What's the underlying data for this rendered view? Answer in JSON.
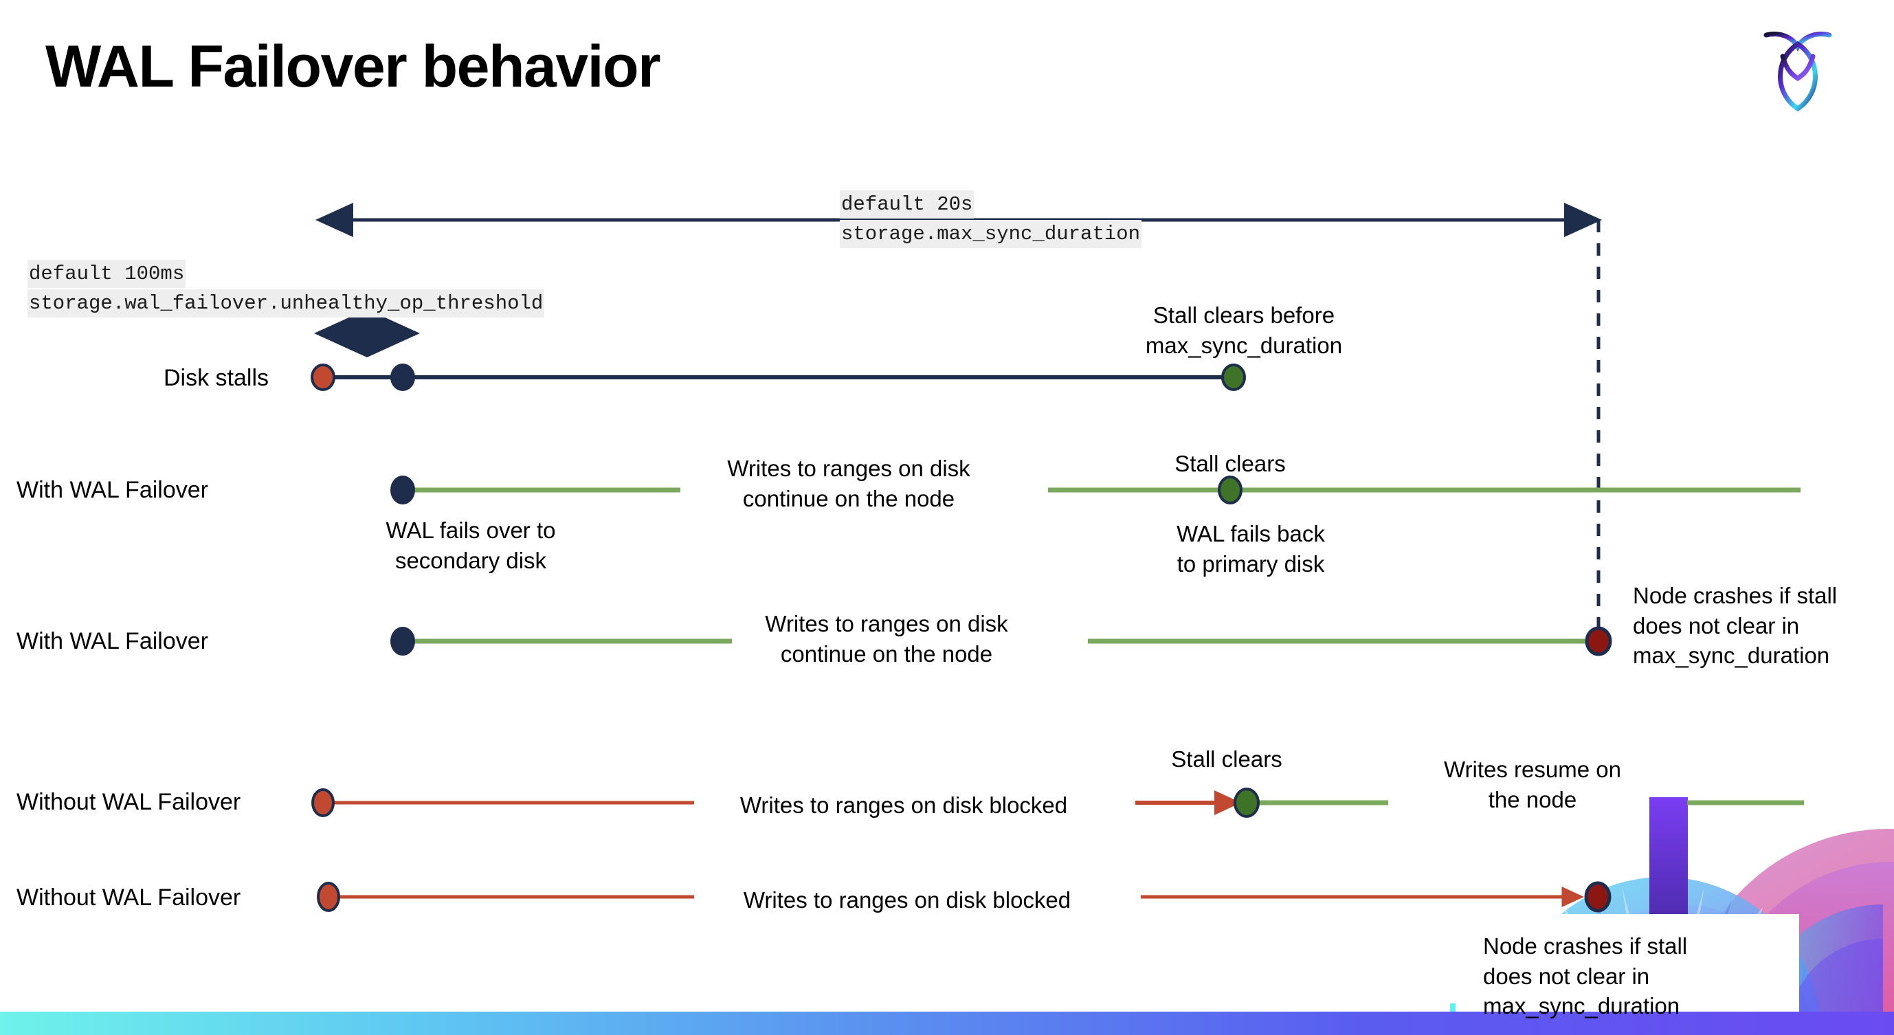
{
  "slide": {
    "title": "WAL Failover behavior",
    "logo_name": "cockroachdb-logo"
  },
  "annotations": {
    "max_sync_default": "default 20s",
    "max_sync_setting": "storage.max_sync_duration",
    "unhealthy_default": "default 100ms",
    "unhealthy_setting": "storage.wal_failover.unhealthy_op_threshold"
  },
  "rows": [
    {
      "label": "Disk stalls",
      "note_right": "Stall clears before\nmax_sync_duration"
    },
    {
      "label": "With WAL Failover",
      "note_mid": "Writes to ranges on disk\ncontinue on the node",
      "note_start": "WAL fails over to\nsecondary disk",
      "note_clear": "Stall clears",
      "note_back": "WAL fails  back\nto primary disk"
    },
    {
      "label": "With WAL Failover",
      "note_mid": "Writes to ranges on disk\ncontinue on the node",
      "note_crash": "Node crashes if stall\ndoes not clear in\nmax_sync_duration"
    },
    {
      "label": "Without WAL Failover",
      "note_mid": "Writes to ranges on disk  blocked",
      "note_clear": "Stall clears",
      "note_resume": "Writes resume on\nthe node"
    },
    {
      "label": "Without WAL Failover",
      "note_mid": "Writes to ranges on disk  blocked",
      "note_crash": "Node crashes if stall\ndoes not clear in\nmax_sync_duration"
    }
  ],
  "colors": {
    "navy": "#1f2d4d",
    "green_line": "#7aa85c",
    "green_dot": "#3e7328",
    "orange": "#c0492f",
    "dark_red": "#8c1712",
    "code_bg": "#eeeeee",
    "gradient_start": "#6ef2ea",
    "gradient_end": "#6a4bf2"
  }
}
